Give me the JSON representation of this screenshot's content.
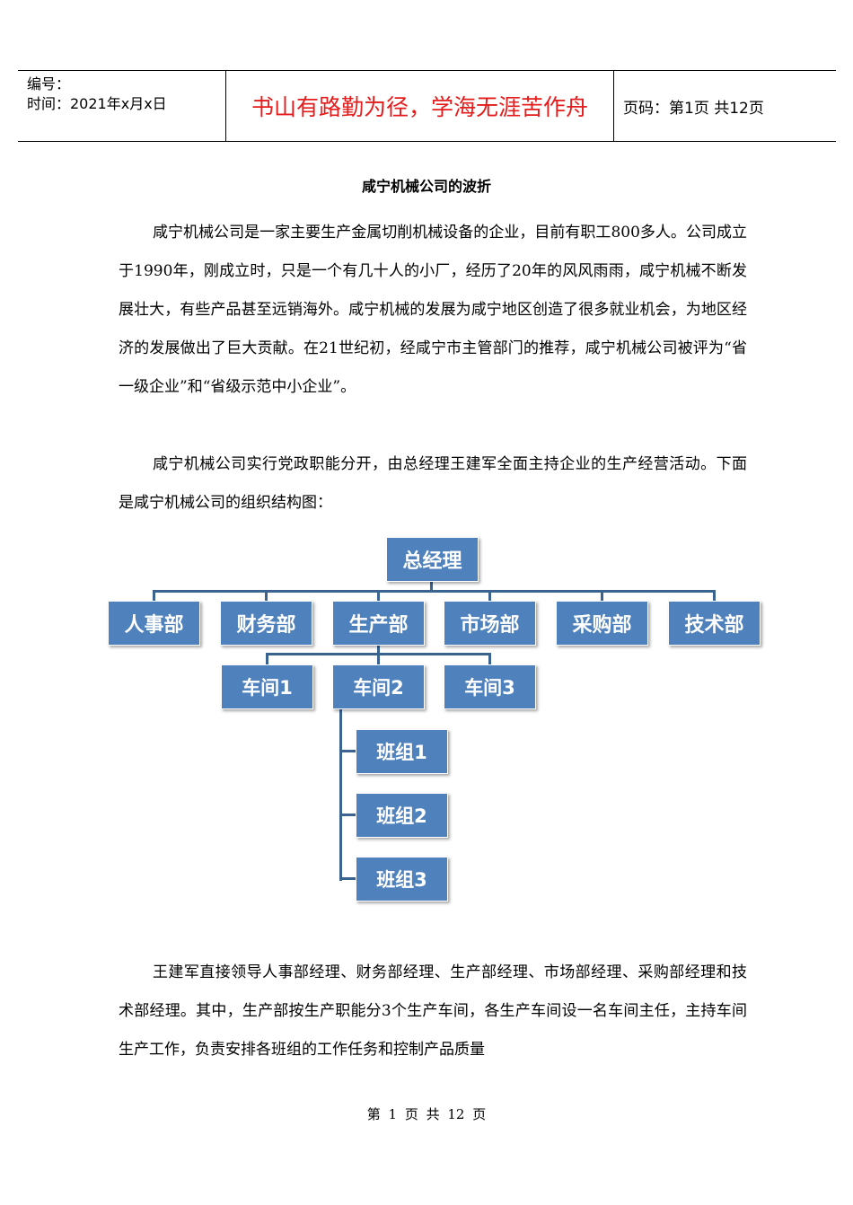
{
  "header": {
    "number_label": "编号：",
    "date_label": "时间：2021年x月x日",
    "motto": "书山有路勤为径，学海无涯苦作舟",
    "page_info": "页码：第1页  共12页"
  },
  "title": "咸宁机械公司的波折",
  "paragraphs": [
    "咸宁机械公司是一家主要生产金属切削机械设备的企业，目前有职工800多人。公司成立于1990年，刚成立时，只是一个有几十人的小厂，经历了20年的风风雨雨，咸宁机械不断发展壮大，有些产品甚至远销海外。咸宁机械的发展为咸宁地区创造了很多就业机会，为地区经济的发展做出了巨大贡献。在21世纪初，经咸宁市主管部门的推荐，咸宁机械公司被评为“省一级企业”和“省级示范中小企业”。",
    "咸宁机械公司实行党政职能分开，由总经理王建军全面主持企业的生产经营活动。下面是咸宁机械公司的组织结构图：",
    "王建军直接领导人事部经理、财务部经理、生产部经理、市场部经理、采购部经理和技术部经理。其中，生产部按生产职能分3个生产车间，各生产车间设一名车间主任，主持车间生产工作，负责安排各班组的工作任务和控制产品质量"
  ],
  "org_chart": {
    "root": "总经理",
    "departments": [
      "人事部",
      "财务部",
      "生产部",
      "市场部",
      "采购部",
      "技术部"
    ],
    "workshops": [
      "车间1",
      "车间2",
      "车间3"
    ],
    "teams": [
      "班组1",
      "班组2",
      "班组3"
    ],
    "box_color": "#4f81bd",
    "line_color": "#3a6390"
  },
  "footer": "第 1 页 共 12 页"
}
